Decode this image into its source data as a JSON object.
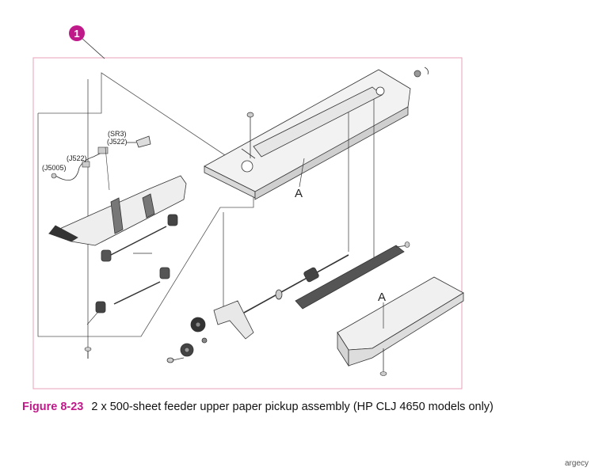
{
  "callout": {
    "number": "1",
    "color": "#c0198a"
  },
  "labels": {
    "sr3": "(SR3)",
    "j522_upper": "(J522)",
    "j522_lower": "(J522)",
    "j5005": "(J5005)",
    "a_top": "A",
    "a_bottom": "A"
  },
  "caption": {
    "figure_label": "Figure 8-23",
    "text": "2 x 500-sheet feeder upper paper pickup assembly (HP CLJ 4650 models only)"
  },
  "watermark": "argecy",
  "colors": {
    "frame": "#e8a0b8",
    "accent": "#c0198a"
  }
}
